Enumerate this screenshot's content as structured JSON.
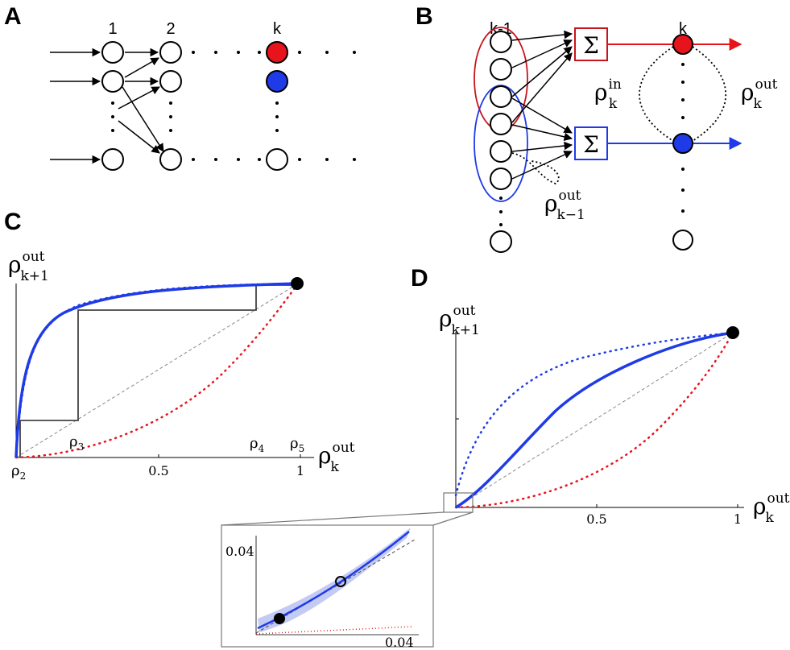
{
  "panels": {
    "A": {
      "label": "A",
      "column_labels": [
        "1",
        "2",
        "k"
      ],
      "colors": {
        "red": "#e8141c",
        "blue": "#1f3be8"
      }
    },
    "B": {
      "label": "B",
      "column_labels": [
        "k-1",
        "k"
      ],
      "sum_symbol": "Σ",
      "rho_in": {
        "base": "ρ",
        "sup": "in",
        "sub": "k"
      },
      "rho_out": {
        "base": "ρ",
        "sup": "out",
        "sub": "k"
      },
      "rho_out_prev": {
        "base": "ρ",
        "sup": "out",
        "sub": "k−1"
      }
    },
    "C": {
      "label": "C",
      "y_label": {
        "base": "ρ",
        "sup": "out",
        "sub": "k+1"
      },
      "x_label": {
        "base": "ρ",
        "sup": "out",
        "sub": "k"
      },
      "x_ticks": [
        "0.5",
        "1"
      ],
      "rho_labels": [
        {
          "base": "ρ",
          "sub": "2"
        },
        {
          "base": "ρ",
          "sub": "3"
        },
        {
          "base": "ρ",
          "sub": "4"
        },
        {
          "base": "ρ",
          "sub": "5"
        }
      ]
    },
    "D": {
      "label": "D",
      "y_label": {
        "base": "ρ",
        "sup": "out",
        "sub": "k+1"
      },
      "x_label": {
        "base": "ρ",
        "sup": "out",
        "sub": "k"
      },
      "x_ticks": [
        "0.5",
        "1"
      ],
      "inset": {
        "y_tick": "0.04",
        "x_tick": "0.04"
      }
    }
  }
}
